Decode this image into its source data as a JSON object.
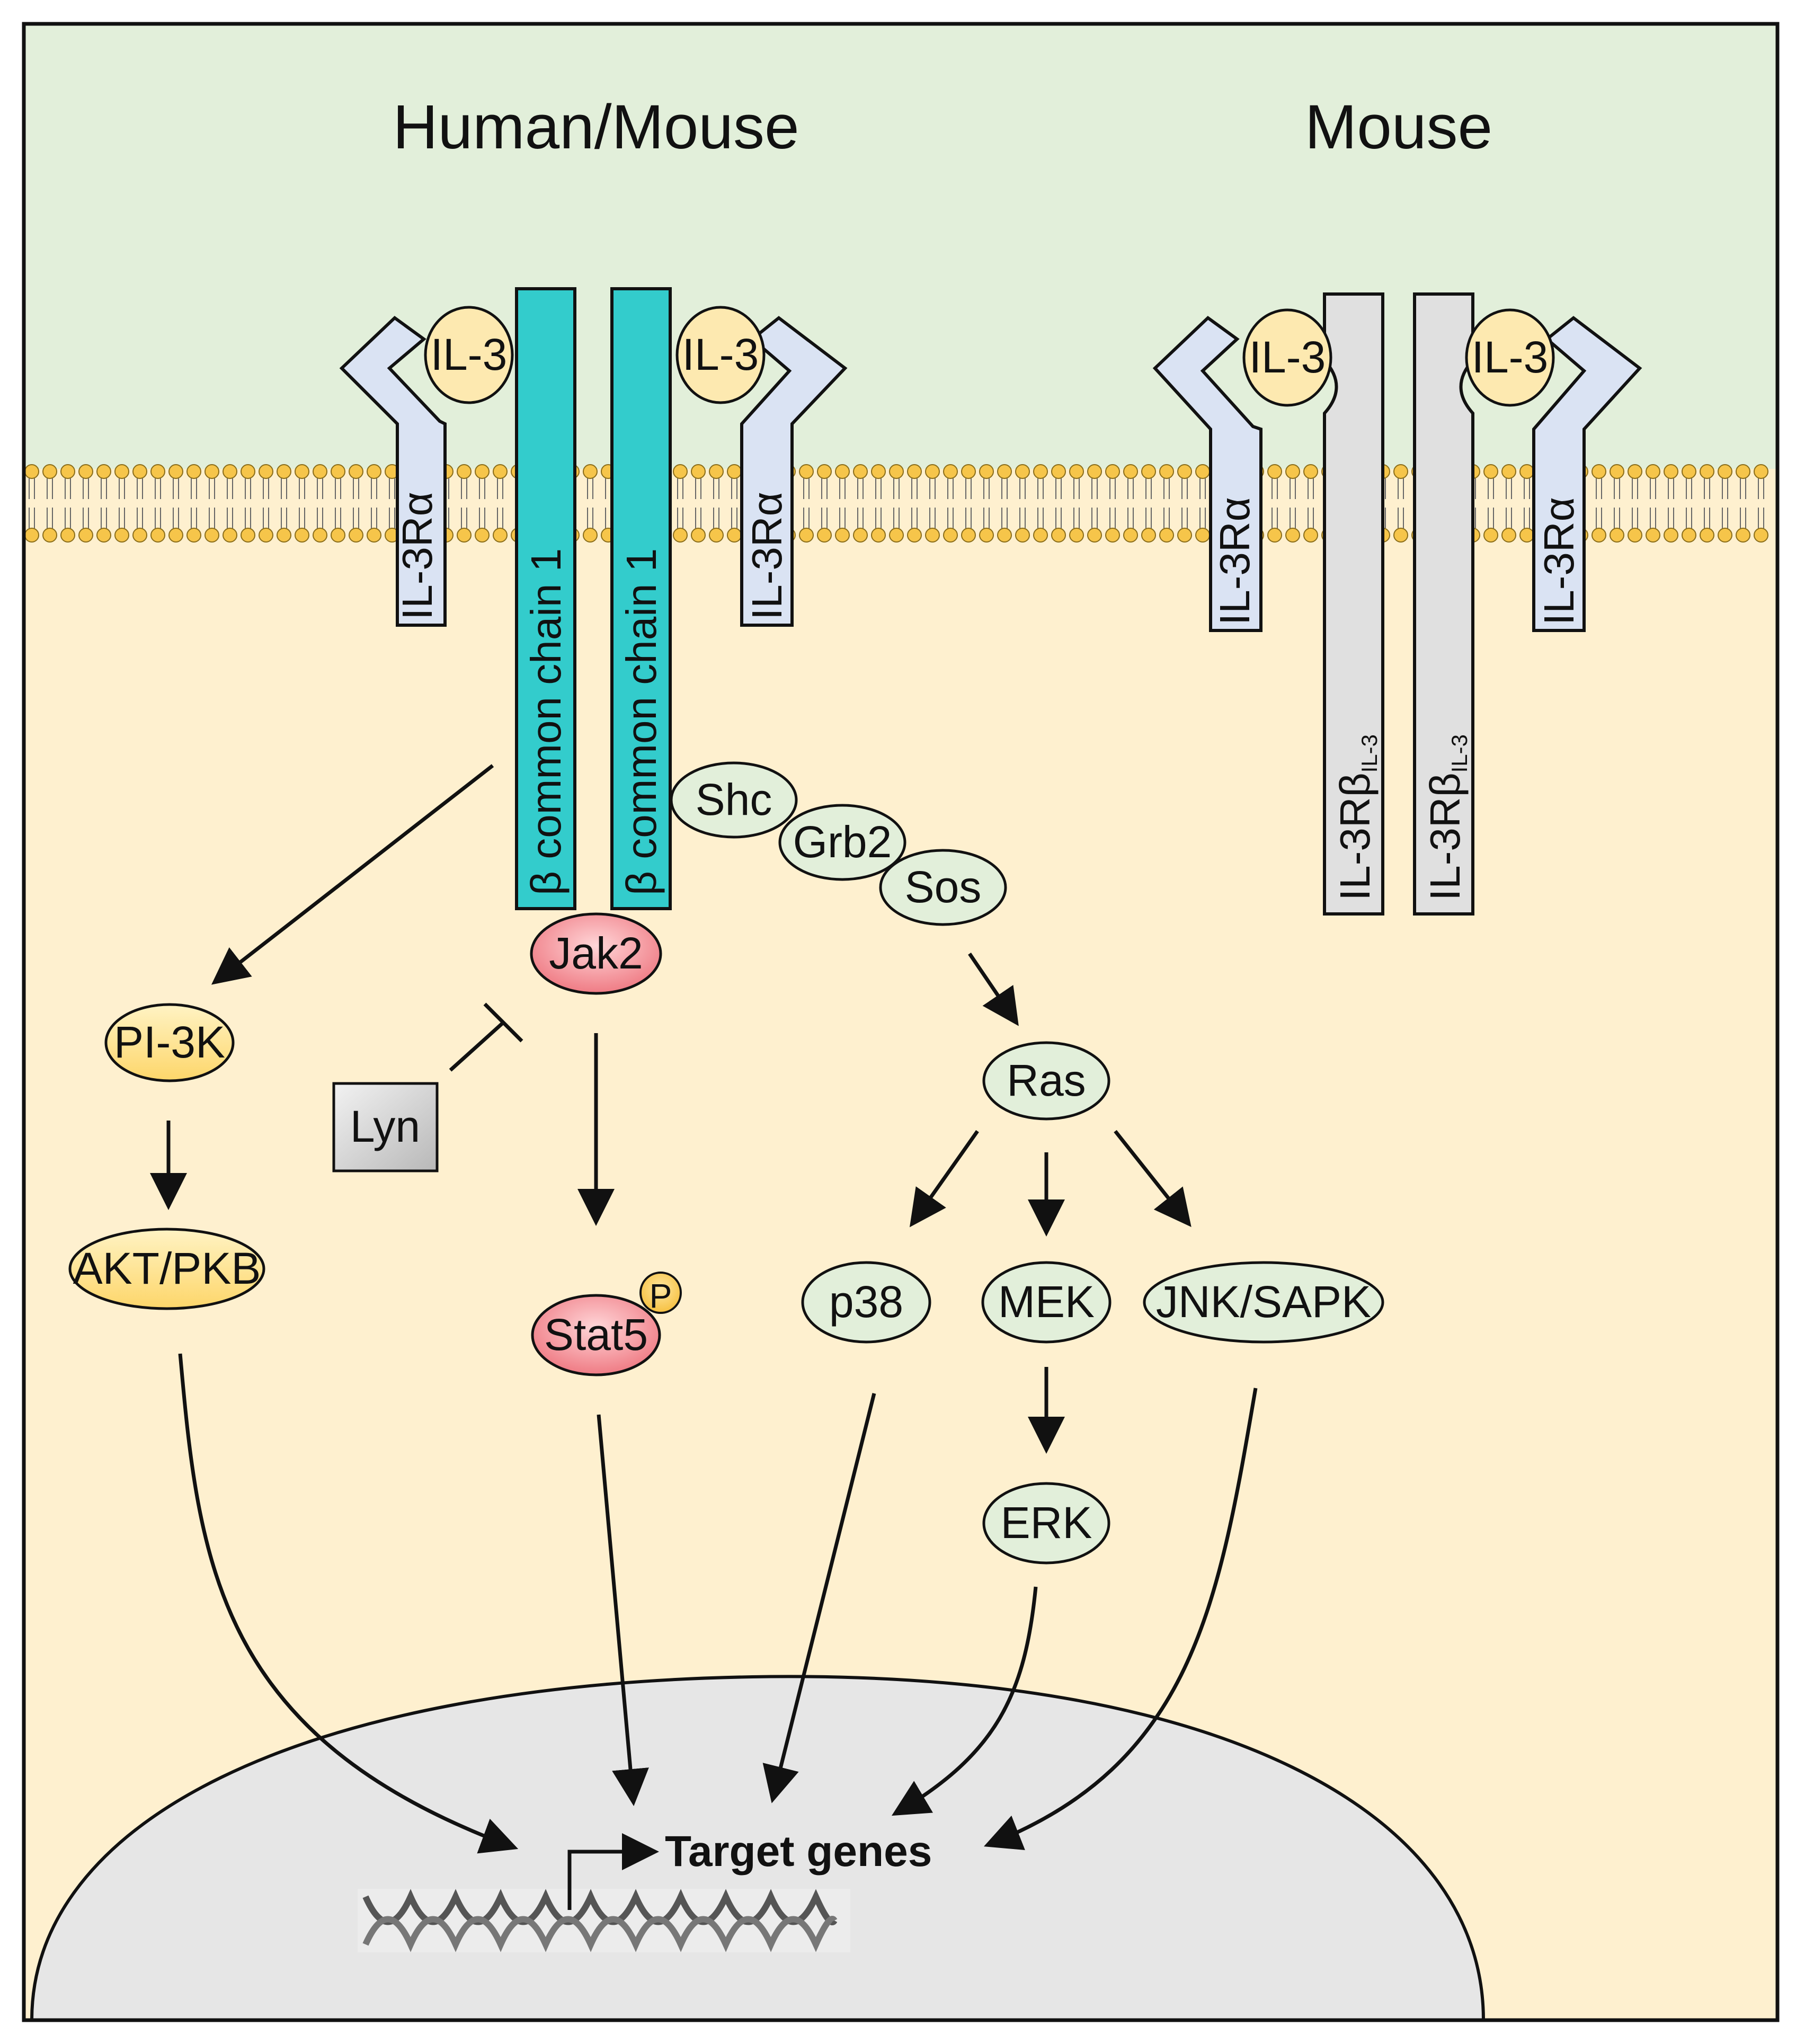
{
  "titles": {
    "left": "Human/Mouse",
    "right": "Mouse"
  },
  "ligand": {
    "label": "IL-3"
  },
  "receptors": {
    "alpha": "IL-3Rα",
    "beta_common": "β common chain 1",
    "beta_il3_main": "IL-3Rβ",
    "beta_il3_sub": "IL-3"
  },
  "nodes": {
    "shc": "Shc",
    "grb2": "Grb2",
    "sos": "Sos",
    "jak2": "Jak2",
    "pi3k": "PI-3K",
    "akt": "AKT/PKB",
    "lyn": "Lyn",
    "stat5": "Stat5",
    "phospho": "P",
    "ras": "Ras",
    "p38": "p38",
    "mek": "MEK",
    "jnk": "JNK/SAPK",
    "erk": "ERK"
  },
  "nucleus": {
    "label": "Target genes"
  },
  "colors": {
    "extracellular": "#e2efda",
    "cytoplasm": "#fef0cf",
    "nucleus": "#e6e6e6",
    "alpha_receptor": "#dae3f3",
    "beta_common": "#33cccc",
    "beta_il3": "#e0e0e0",
    "ligand": "#fde9b0",
    "ras_pathway": "#e2efda",
    "jak_stat": "#f4a3a8",
    "pi3k_pathway": "#ffe082",
    "lyn": "#d0d0d0",
    "lipid_head": "#f6c54a"
  }
}
